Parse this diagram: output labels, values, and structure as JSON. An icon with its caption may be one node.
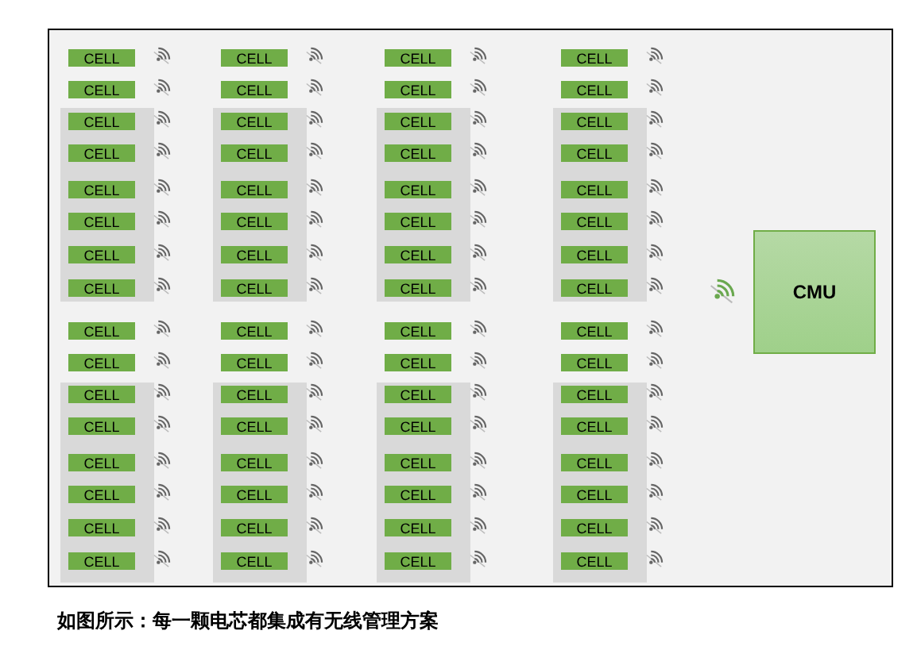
{
  "diagram": {
    "caption": "如图所示：每一颗电芯都集成有无线管理方案",
    "nodes": [
      {
        "text": [],
        "shape": "box"
      },
      {
        "text": [],
        "shape": "box",
        "in": 0
      },
      {
        "text": [],
        "shape": "box",
        "in": 0
      },
      {
        "text": [],
        "shape": "box",
        "in": 0
      },
      {
        "text": [],
        "shape": "box",
        "in": 0
      },
      {
        "text": [],
        "shape": "box",
        "in": 0
      },
      {
        "text": [],
        "shape": "box",
        "in": 0
      },
      {
        "text": [],
        "shape": "box",
        "in": 0
      },
      {
        "text": [],
        "shape": "box",
        "in": 0
      },
      {
        "text": [
          "CELL"
        ],
        "in": 0
      },
      {
        "text": [
          "CELL"
        ],
        "in": 0
      },
      {
        "text": [
          "CELL"
        ],
        "in": 0
      },
      {
        "text": [
          "CELL"
        ],
        "in": 0
      },
      {
        "text": [
          "CELL"
        ],
        "in": 0
      },
      {
        "text": [
          "CELL"
        ],
        "in": 0
      },
      {
        "text": [
          "CELL"
        ],
        "in": 0
      },
      {
        "text": [
          "CELL"
        ],
        "in": 0
      },
      {
        "text": [
          "CELL"
        ],
        "in": 1
      },
      {
        "text": [
          "CELL"
        ],
        "in": 2
      },
      {
        "text": [
          "CELL"
        ],
        "in": 3
      },
      {
        "text": [
          "CELL"
        ],
        "in": 4
      },
      {
        "text": [
          "CELL"
        ],
        "in": 1
      },
      {
        "text": [
          "CELL"
        ],
        "in": 2
      },
      {
        "text": [
          "CELL"
        ],
        "in": 3
      },
      {
        "text": [
          "CELL"
        ],
        "in": 4
      },
      {
        "text": [
          "CELL"
        ],
        "in": 1
      },
      {
        "text": [
          "CELL"
        ],
        "in": 2
      },
      {
        "text": [
          "CELL"
        ],
        "in": 3
      },
      {
        "text": [
          "CELL"
        ],
        "in": 4
      },
      {
        "text": [
          "CELL"
        ],
        "in": 1
      },
      {
        "text": [
          "CELL"
        ],
        "in": 2
      },
      {
        "text": [
          "CELL"
        ],
        "in": 3
      },
      {
        "text": [
          "CELL"
        ],
        "in": 4
      },
      {
        "text": [
          "CELL"
        ],
        "in": 1
      },
      {
        "text": [
          "CELL"
        ],
        "in": 2
      },
      {
        "text": [
          "CELL"
        ],
        "in": 3
      },
      {
        "text": [
          "CELL"
        ],
        "in": 4
      },
      {
        "text": [
          "CELL"
        ],
        "in": 1
      },
      {
        "text": [
          "CELL"
        ],
        "in": 2
      },
      {
        "text": [
          "CELL"
        ],
        "in": 3
      },
      {
        "text": [
          "CELL"
        ],
        "in": 4
      },
      {
        "text": [
          "CELL"
        ],
        "in": 0
      },
      {
        "text": [
          "CELL"
        ],
        "in": 0
      },
      {
        "text": [
          "CELL"
        ],
        "in": 0
      },
      {
        "text": [
          "CELL"
        ],
        "in": 0
      },
      {
        "text": [
          "CELL"
        ],
        "in": 0
      },
      {
        "text": [
          "CELL"
        ],
        "in": 0
      },
      {
        "text": [
          "CELL"
        ],
        "in": 0
      },
      {
        "text": [
          "CELL"
        ],
        "in": 0
      },
      {
        "text": [
          "CELL"
        ],
        "in": 5
      },
      {
        "text": [
          "CELL"
        ],
        "in": 6
      },
      {
        "text": [
          "CELL"
        ],
        "in": 7
      },
      {
        "text": [
          "CELL"
        ],
        "in": 8
      },
      {
        "text": [
          "CELL"
        ],
        "in": 5
      },
      {
        "text": [
          "CELL"
        ],
        "in": 6
      },
      {
        "text": [
          "CELL"
        ],
        "in": 7
      },
      {
        "text": [
          "CELL"
        ],
        "in": 8
      },
      {
        "text": [
          "CELL"
        ],
        "in": 5
      },
      {
        "text": [
          "CELL"
        ],
        "in": 6
      },
      {
        "text": [
          "CELL"
        ],
        "in": 7
      },
      {
        "text": [
          "CELL"
        ],
        "in": 8
      },
      {
        "text": [
          "CELL"
        ],
        "in": 5
      },
      {
        "text": [
          "CELL"
        ],
        "in": 6
      },
      {
        "text": [
          "CELL"
        ],
        "in": 7
      },
      {
        "text": [
          "CELL"
        ],
        "in": 8
      },
      {
        "text": [
          "CELL"
        ],
        "in": 5
      },
      {
        "text": [
          "CELL"
        ],
        "in": 6
      },
      {
        "text": [
          "CELL"
        ],
        "in": 7
      },
      {
        "text": [
          "CELL"
        ],
        "in": 8
      },
      {
        "text": [
          "CELL"
        ],
        "in": 5
      },
      {
        "text": [
          "CELL"
        ],
        "in": 6
      },
      {
        "text": [
          "CELL"
        ],
        "in": 7
      },
      {
        "text": [
          "CELL"
        ],
        "in": 8
      },
      {
        "text": [
          "CMU"
        ],
        "in": 0
      }
    ],
    "edges": []
  }
}
